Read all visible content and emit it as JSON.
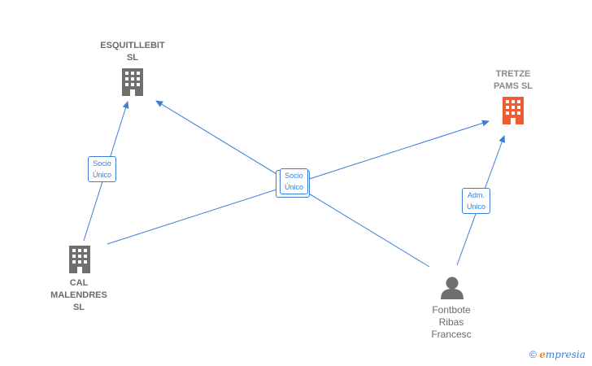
{
  "colors": {
    "edge": "#3a7fd5",
    "company_icon": "#6f6f6f",
    "highlight_icon": "#ef5b32",
    "person_icon": "#6f6f6f"
  },
  "nodes": {
    "esquitllebit": {
      "label": "ESQUITLLEBIT\nSL",
      "icon": "building-icon"
    },
    "tretze": {
      "label": "TRETZE\nPAMS  SL",
      "icon": "building-icon"
    },
    "cal_malendres": {
      "label": "CAL\nMALENDRES\nSL",
      "icon": "building-icon"
    },
    "fontbote": {
      "label": "Fontbote\nRibas\nFrancesc",
      "icon": "person-icon"
    }
  },
  "edges": {
    "socio_unico_left": "Socio\nÚnico",
    "socio_unico_center": "Socio\nÚnico",
    "adm_unico": "Adm.\nUnico"
  },
  "footer": {
    "copyright": "©",
    "brand_first": "e",
    "brand_rest": "mpresia"
  }
}
